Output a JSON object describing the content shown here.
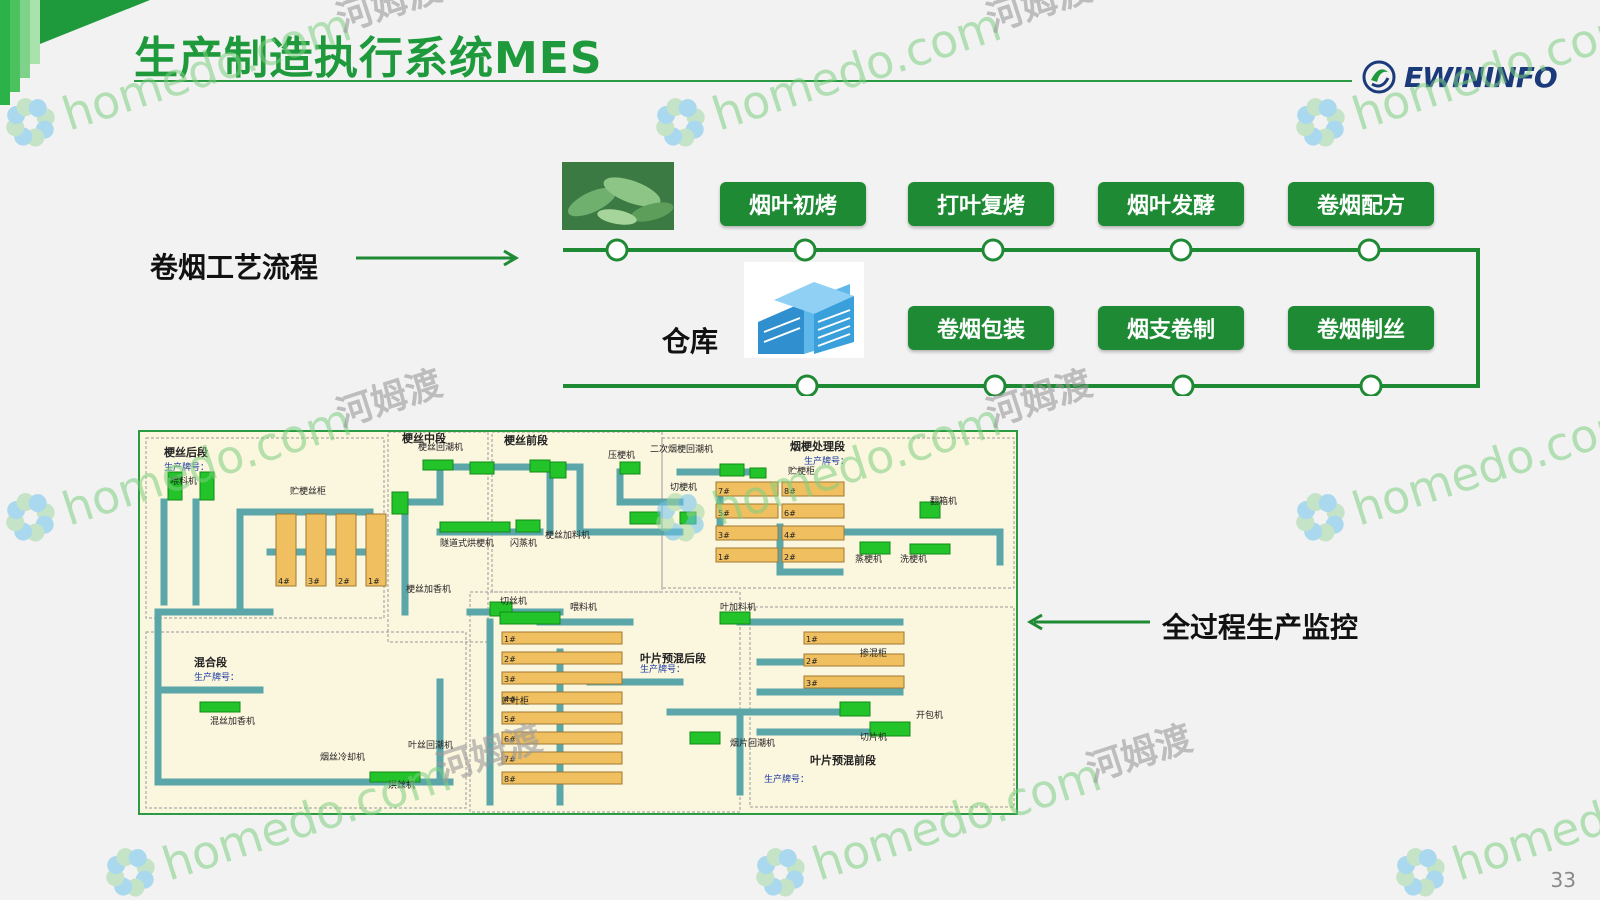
{
  "slide": {
    "title": "生产制造执行系统MES",
    "logo_text": "EWININFO",
    "page_number": "33",
    "colors": {
      "accent": "#1e8a34",
      "title": "#1e9a3c",
      "panel_bg": "#fbf6de"
    }
  },
  "process": {
    "label": "卷烟工艺流程",
    "warehouse_label": "仓库",
    "top_row": [
      "烟叶初烤",
      "打叶复烤",
      "烟叶发酵",
      "卷烟配方"
    ],
    "bottom_row": [
      "卷烟包装",
      "烟支卷制",
      "卷烟制丝"
    ]
  },
  "monitor": {
    "label": "全过程生产监控"
  },
  "watermark": {
    "site": "homedo.com",
    "brand": "河姆渡"
  },
  "plant": {
    "sections": [
      "梗丝后段",
      "梗丝中段",
      "梗丝前段",
      "烟梗处理段",
      "混合段",
      "叶片预混后段",
      "叶片预混前段"
    ],
    "code_label": "生产牌号：",
    "machines": [
      "喂料机",
      "贮梗丝柜",
      "梗丝回潮机",
      "压梗机",
      "二次烟梗回潮机",
      "贮梗柜",
      "切梗机",
      "翻箱机",
      "隧道式烘梗机",
      "闪蒸机",
      "梗丝加料机",
      "蒸梗机",
      "洗梗机",
      "梗丝加香机",
      "切丝机",
      "喂料机",
      "贮叶柜",
      "叶加料机",
      "掺混柜",
      "开包机",
      "切片机",
      "烟片回潮机",
      "叶丝回潮机",
      "烘丝机",
      "烟丝冷却机",
      "混丝加香机"
    ],
    "bins_left": [
      "4#",
      "3#",
      "2#",
      "1#"
    ],
    "bins_right": [
      "7#",
      "8#",
      "5#",
      "6#",
      "3#",
      "4#",
      "1#",
      "2#"
    ],
    "bins_mid": [
      "1#",
      "2#",
      "3#",
      "4#",
      "5#",
      "6#",
      "7#",
      "8#"
    ],
    "bins_front": [
      "1#",
      "2#",
      "3#"
    ]
  }
}
